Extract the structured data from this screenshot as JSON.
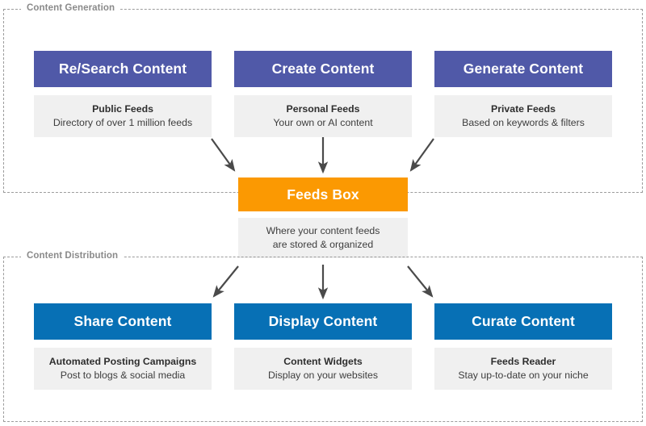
{
  "diagram": {
    "title_generation": "Content Generation",
    "title_distribution": "Content Distribution",
    "colors": {
      "generation_header": "#5059a8",
      "distribution_header": "#0770b5",
      "hub_header": "#fb9902",
      "card_body": "#f0f0f0",
      "group_border": "#9c9c9c",
      "arrow": "#4a4a4a",
      "group_label_text": "#8a8a8a"
    }
  },
  "generation": {
    "section_label": "Content Generation",
    "cards": [
      {
        "header": "Re/Search Content",
        "body_title": "Public Feeds",
        "body_sub": "Directory of over 1 million feeds"
      },
      {
        "header": "Create Content",
        "body_title": "Personal Feeds",
        "body_sub": "Your own or AI content"
      },
      {
        "header": "Generate Content",
        "body_title": "Private Feeds",
        "body_sub": "Based on keywords & filters"
      }
    ]
  },
  "hub": {
    "header": "Feeds Box",
    "body_line1": "Where your content feeds",
    "body_line2": "are stored & organized"
  },
  "distribution": {
    "section_label": "Content Distribution",
    "cards": [
      {
        "header": "Share Content",
        "body_title": "Automated Posting Campaigns",
        "body_sub": "Post to blogs & social media"
      },
      {
        "header": "Display Content",
        "body_title": "Content Widgets",
        "body_sub": "Display on your websites"
      },
      {
        "header": "Curate Content",
        "body_title": "Feeds Reader",
        "body_sub": "Stay up-to-date on your niche"
      }
    ]
  }
}
